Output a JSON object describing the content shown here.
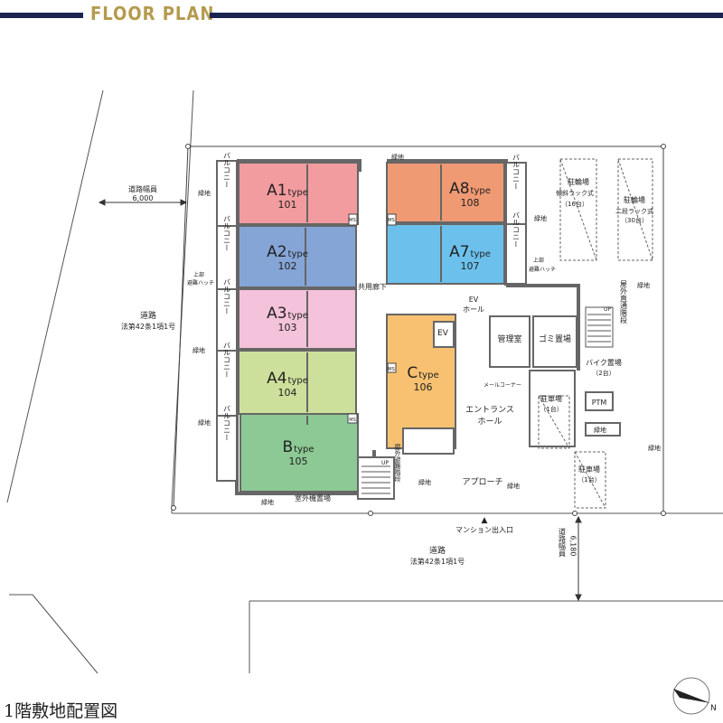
{
  "header": {
    "title": "FLOOR PLAN"
  },
  "caption": "1階敷地配置図",
  "units": [
    {
      "name": "A1",
      "sub": "type",
      "no": "101",
      "color": "#f29c9f"
    },
    {
      "name": "A2",
      "sub": "type",
      "no": "102",
      "color": "#85a5d6"
    },
    {
      "name": "A3",
      "sub": "type",
      "no": "103",
      "color": "#f4c2da"
    },
    {
      "name": "A4",
      "sub": "type",
      "no": "104",
      "color": "#cde09b"
    },
    {
      "name": "B",
      "sub": "type",
      "no": "105",
      "color": "#8cc994"
    },
    {
      "name": "C",
      "sub": "type",
      "no": "106",
      "color": "#f7c171"
    },
    {
      "name": "A7",
      "sub": "type",
      "no": "107",
      "color": "#6cc1ec"
    },
    {
      "name": "A8",
      "sub": "type",
      "no": "108",
      "color": "#f09a74"
    }
  ],
  "labels": {
    "balcony": "バルコニー",
    "ms": "MS",
    "greenery": "緑地",
    "road_width_left": "道路幅員",
    "road_width_left_value": "6,000",
    "road_left": "道路",
    "road_left_law": "法第42条1項1号",
    "upper_hatch_1": "上部",
    "upper_hatch_2": "避難ハッチ",
    "corridor": "共用廊下",
    "ev_hall_1": "EV",
    "ev_hall_2": "ホール",
    "ev": "EV",
    "management": "管理室",
    "garbage": "ゴミ置場",
    "mail_corner": "メールコーナー",
    "entrance_1": "エントランス",
    "entrance_2": "ホール",
    "approach": "アプローチ",
    "bicycle_1": "駐輪場",
    "bicycle_1_type": "傾斜ラック式",
    "bicycle_1_count": "（16台）",
    "bicycle_2": "駐輪場",
    "bicycle_2_type": "二段ラック式",
    "bicycle_2_count": "（30台）",
    "outdoor_stairs": "屋外直通階段",
    "bike_parking": "バイク置場",
    "bike_parking_count": "（2台）",
    "parking_a": "駐車場",
    "parking_a_count": "（1台）",
    "parking_b": "駐車場",
    "parking_b_count": "（1台）",
    "ptm": "PTM",
    "up": "UP",
    "evac_stairs": "屋外避難階段",
    "outdoor_units": "室外機置場",
    "entrance_arrow": "▲",
    "mansion_entrance": "マンション出入口",
    "road_bottom": "道路",
    "road_bottom_law": "法第42条1項1号",
    "road_width_bottom": "道路幅員",
    "road_width_bottom_value": "6,180"
  }
}
